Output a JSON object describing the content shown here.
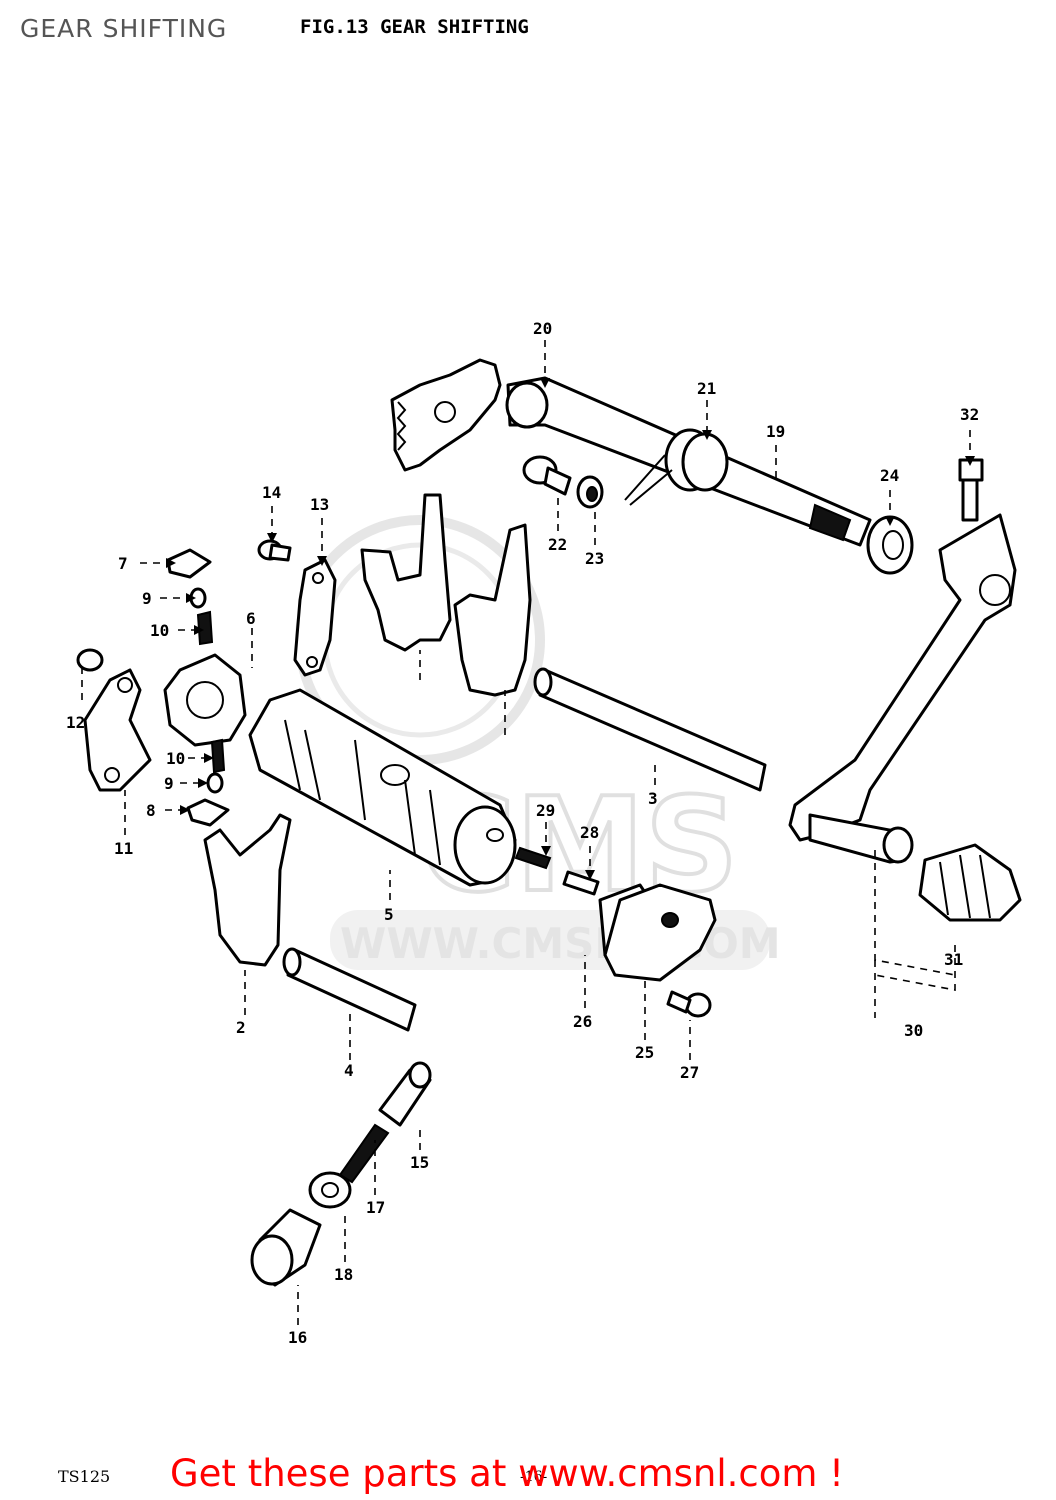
{
  "header": {
    "page_title": "GEAR SHIFTING",
    "figure_title": "FIG.13  GEAR SHIFTING"
  },
  "watermark": {
    "logo": "CMS",
    "url": "WWW.CMSNL.COM"
  },
  "footer": {
    "model": "TS125",
    "page": "-16-",
    "cta": "Get these parts at www.cmsnl.com !"
  },
  "callouts": [
    "2",
    "3",
    "4",
    "5",
    "6",
    "7",
    "8",
    "9",
    "9",
    "10",
    "10",
    "11",
    "12",
    "13",
    "14",
    "15",
    "16",
    "17",
    "18",
    "19",
    "20",
    "21",
    "22",
    "23",
    "24",
    "25",
    "26",
    "27",
    "28",
    "29",
    "30",
    "31",
    "32"
  ],
  "colors": {
    "cta": "#ff0000",
    "watermark": "#e2e2e2",
    "title": "#555555"
  }
}
